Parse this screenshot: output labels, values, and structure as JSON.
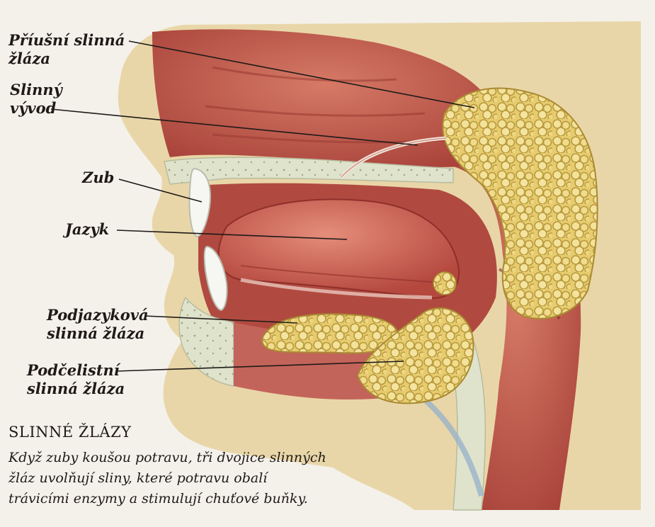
{
  "labels": {
    "parotid": [
      "Příušní slinná",
      "žláza"
    ],
    "duct": [
      "Slinný",
      "vývod"
    ],
    "tooth": "Zub",
    "tongue": "Jazyk",
    "sublingual": [
      "Podjazyková",
      "slinná žláza"
    ],
    "submandibular": [
      "Podčelistní",
      "slinná žláza"
    ]
  },
  "caption": {
    "title": "SLINNÉ ŽLÁZY",
    "lines": [
      "Když zuby koušou potravu, tři dvojice slinných",
      "žláz uvolňují sliny, které potravu obalí",
      "trávicími enzymy a stimulují chuťové buňky."
    ]
  },
  "colors": {
    "background": "#f4f1ea",
    "skin": "#e9d6a8",
    "tissue": "#c15a4c",
    "tissue_dark": "#8f2f2a",
    "gland": "#e8cf73",
    "bone": "#dfe3cc",
    "text": "#1f1a18"
  }
}
